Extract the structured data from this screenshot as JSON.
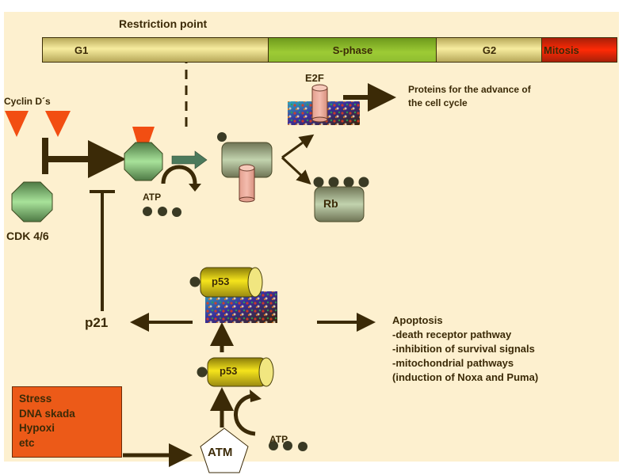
{
  "restriction_point": "Restriction point",
  "phases": [
    {
      "label": "G1",
      "color": "#f3e79a"
    },
    {
      "label": "S-phase",
      "color": "#8fbd30"
    },
    {
      "label": "G2",
      "color": "#f3e79a"
    },
    {
      "label": "Mitosis",
      "color": "#e82a06"
    }
  ],
  "cyclin_label": "Cyclin D´s",
  "cdk_label": "CDK 4/6",
  "atp_label_top": "ATP",
  "atp_label_bottom": "ATP",
  "e2f_label": "E2F",
  "rb_label": "Rb",
  "proteins_text": [
    "Proteins for the advance of",
    "the cell cycle"
  ],
  "p21_label": "p21",
  "p53_label_upper": "p53",
  "p53_label_lower": "p53",
  "apoptosis": {
    "title": "Apoptosis",
    "items": [
      "-death receptor pathway",
      "-inhibition of survival signals",
      "-mitochondrial pathways",
      "(induction of Noxa and Puma)"
    ]
  },
  "stress_box": [
    "Stress",
    "DNA skada",
    "Hypoxi",
    "etc"
  ],
  "atm_label": "ATM",
  "colors": {
    "background": "#fdf0cf",
    "arrow": "#3b2a07",
    "cyclin": "#f24e12",
    "cdk_green": "#a8e29a",
    "phosphate": "#3a3a24",
    "rb_gray": "#c2d3ae",
    "e2f_pink": "#f0b0a0",
    "p53_yellow": "#f1e21a",
    "stress_orange": "#ec5a18"
  }
}
